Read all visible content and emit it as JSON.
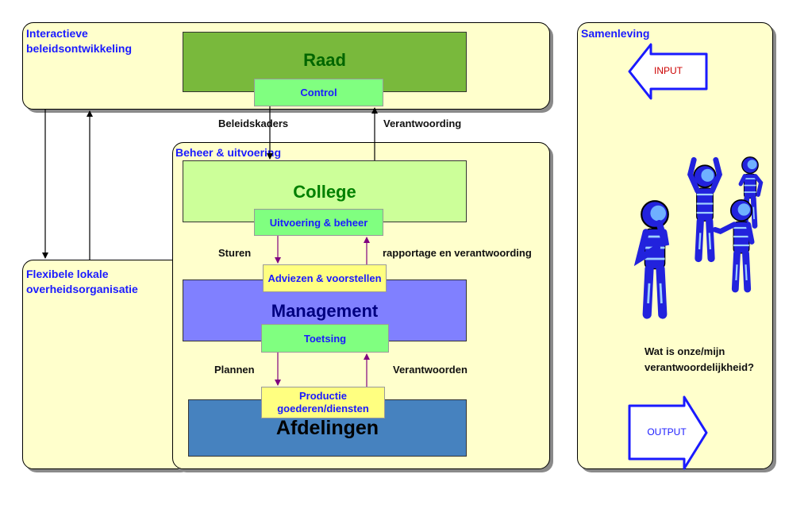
{
  "panels": {
    "interactive": "Interactieve\nbeleidsontwikkeling",
    "flexible": "Flexibele lokale\noverheidsorganisatie",
    "management_execution": "Beheer & uitvoering",
    "society": "Samenleving"
  },
  "boxes": {
    "council": "Raad",
    "college": "College",
    "management": "Management",
    "departments": "Afdelingen"
  },
  "chips": {
    "control": "Control",
    "execution": "Uitvoering & beheer",
    "advice": "Adviezen & voorstellen",
    "review": "Toetsing",
    "production": "Productie\ngoederen/diensten"
  },
  "flows": {
    "frameworks": "Beleidskaders",
    "accountability": "Verantwoording",
    "steer": "Sturen",
    "reporting": "rapportage en verantwoording",
    "plan": "Plannen",
    "account": "Verantwoorden"
  },
  "society": {
    "input": "INPUT",
    "output": "OUTPUT",
    "question": "Wat is onze/mijn\nverantwoordelijkheid?"
  },
  "colors": {
    "panel_fill": "#ffffcc",
    "council": "#79b93c",
    "college": "#ccff99",
    "management": "#8080ff",
    "departments": "#4682bf",
    "chip_green": "#80ff80",
    "chip_yellow": "#ffff80",
    "label_blue": "#1a1aff",
    "arrow_purple": "#800080",
    "input_red": "#cc0000",
    "figure_blue": "#2222dd"
  }
}
